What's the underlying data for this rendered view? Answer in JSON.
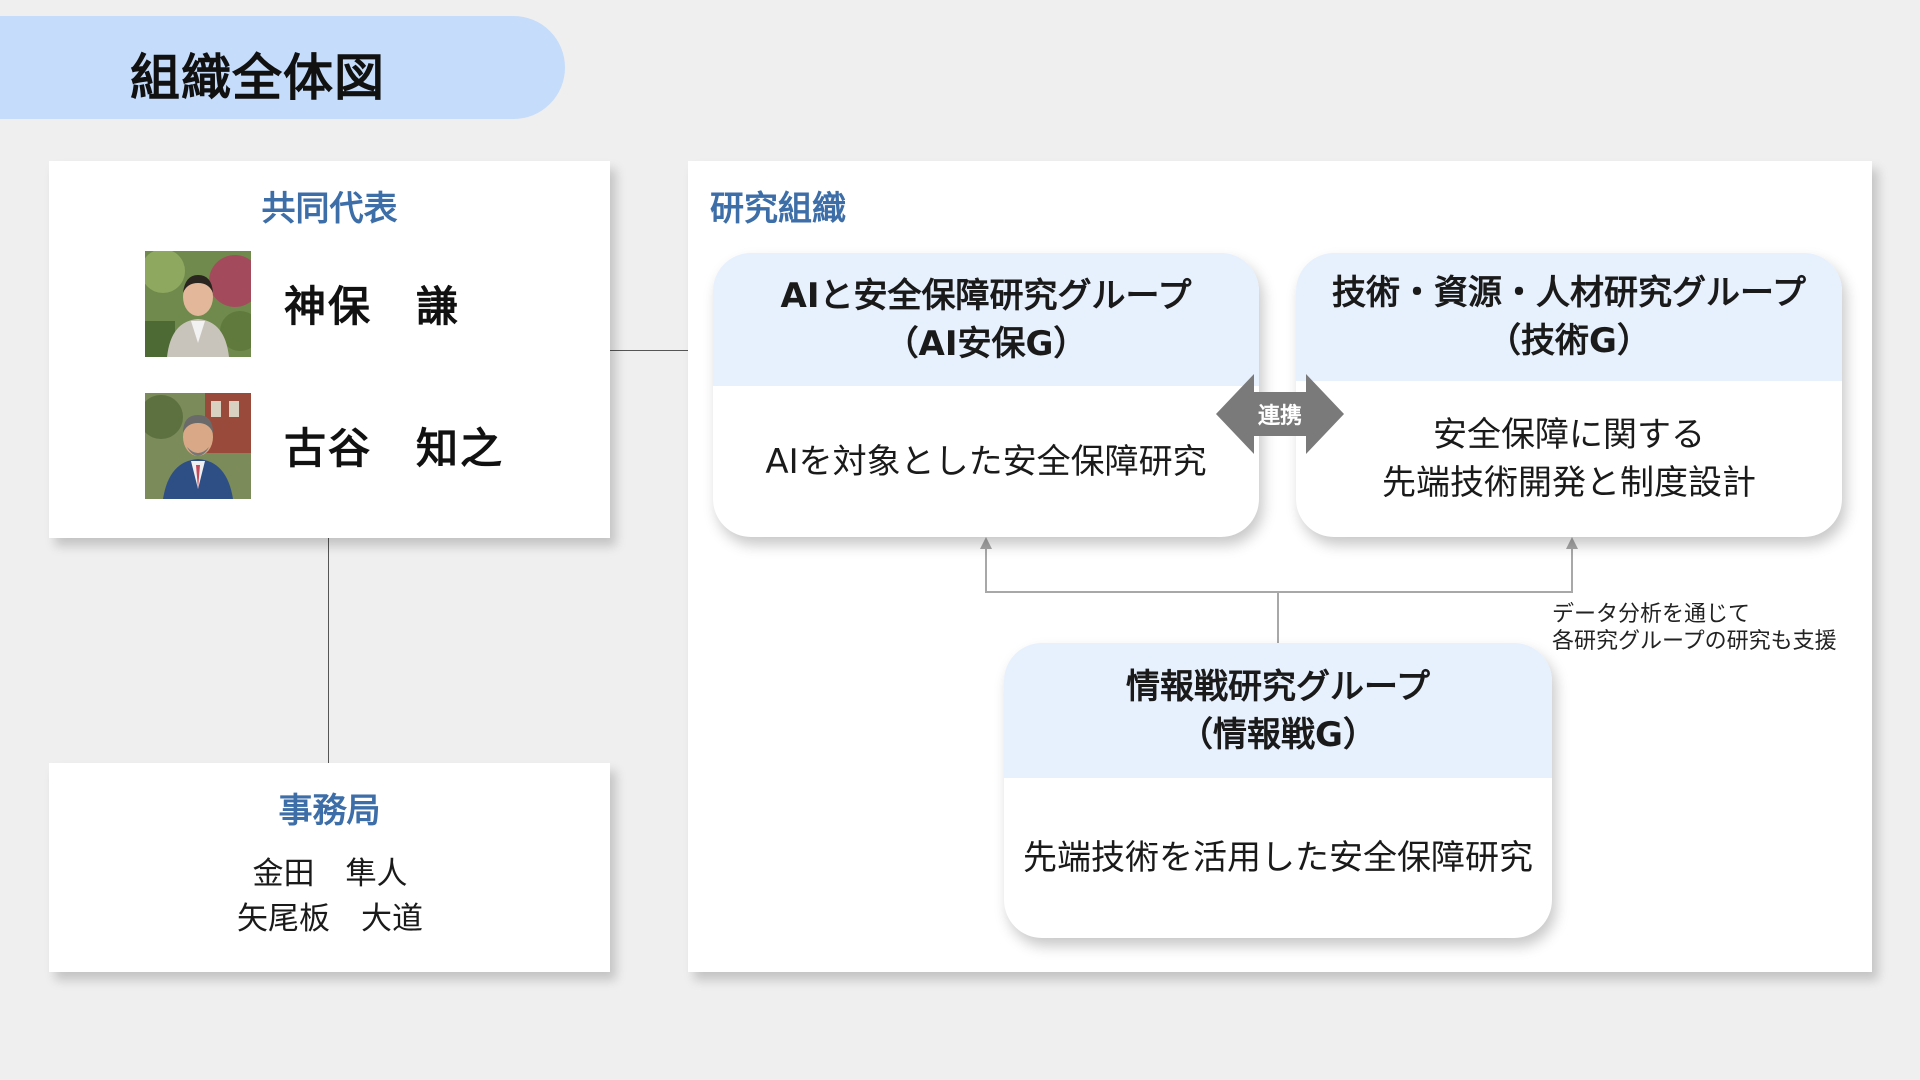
{
  "title": "組織全体図",
  "representatives": {
    "heading": "共同代表",
    "people": [
      {
        "name": "神保　謙",
        "photo_icon": "person-photo-icon"
      },
      {
        "name": "古谷　知之",
        "photo_icon": "person-photo-icon"
      }
    ]
  },
  "office": {
    "heading": "事務局",
    "members": [
      "金田　隼人",
      "矢尾板　大道"
    ]
  },
  "research": {
    "heading": "研究組織",
    "groups": [
      {
        "title_line1": "AIと安全保障研究グループ",
        "title_line2": "（AI安保G）",
        "desc_line1": "AIを対象とした安全保障研究",
        "desc_line2": ""
      },
      {
        "title_line1": "技術・資源・人材研究グループ",
        "title_line2": "（技術G）",
        "desc_line1": "安全保障に関する",
        "desc_line2": "先端技術開発と制度設計"
      },
      {
        "title_line1": "情報戦研究グループ",
        "title_line2": "（情報戦G）",
        "desc_line1": "先端技術を活用した安全保障研究",
        "desc_line2": ""
      }
    ],
    "link_label": "連携",
    "support_note_line1": "データ分析を通じて",
    "support_note_line2": "各研究グループの研究も支援"
  },
  "colors": {
    "title_pill": "#c5dcfa",
    "heading_blue": "#3d6ea8",
    "group_header": "#e7f0fd",
    "background": "#efefef",
    "link_arrow": "#7a7a7a"
  }
}
